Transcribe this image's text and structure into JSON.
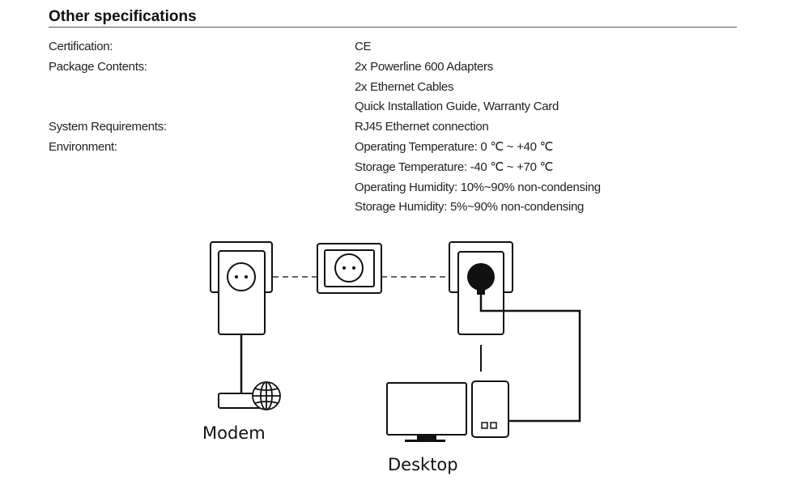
{
  "section": {
    "title": "Other specifications"
  },
  "specs": [
    {
      "label": "Certification:",
      "values": [
        "CE"
      ]
    },
    {
      "label": "Package Contents:",
      "values": [
        "2x Powerline 600 Adapters",
        "2x Ethernet Cables",
        "Quick Installation Guide, Warranty Card"
      ]
    },
    {
      "label": "System Requirements:",
      "values": [
        "RJ45 Ethernet connection"
      ]
    },
    {
      "label": "Environment:",
      "values": [
        "Operating Temperature: 0 ℃ ~ +40 ℃",
        "Storage Temperature: -40 ℃ ~ +70 ℃",
        "Operating Humidity: 10%~90% non-condensing",
        "Storage Humidity: 5%~90% non-condensing"
      ]
    }
  ],
  "diagram": {
    "modem_label": "Modem",
    "desktop_label": "Desktop",
    "icons": [
      "powerline-adapter-icon",
      "wall-socket-icon",
      "globe-icon",
      "modem-icon",
      "monitor-icon",
      "pc-tower-icon"
    ]
  }
}
